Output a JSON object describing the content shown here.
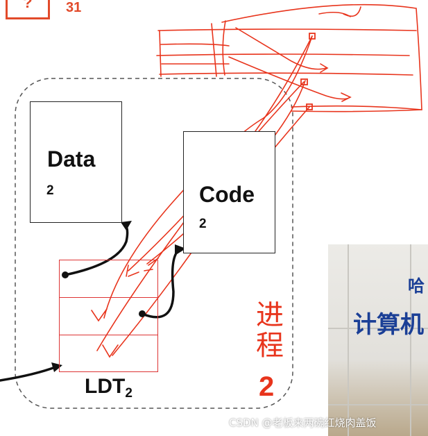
{
  "top": {
    "question_box": "?",
    "slide_number": "31"
  },
  "data_segment": {
    "name": "Data",
    "index": "2"
  },
  "code_segment": {
    "name": "Code",
    "index": "2"
  },
  "ldt": {
    "label": "LDT",
    "subscript": "2",
    "rows": [
      "",
      "",
      ""
    ]
  },
  "process": {
    "label": "进程",
    "number": "2"
  },
  "photo": {
    "small_text": "哈",
    "big_text": "计算机"
  },
  "watermark": "CSDN @老板来两碗红烧肉盖饭",
  "colors": {
    "annotation_red": "#e8341c",
    "ink": "#111111",
    "photo_text_blue": "#1b3f96"
  }
}
